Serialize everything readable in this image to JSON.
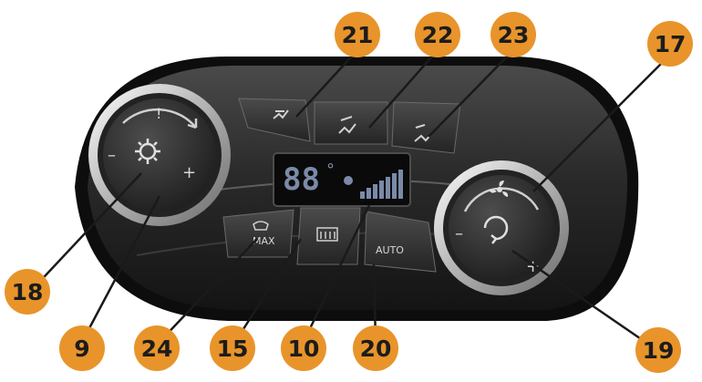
{
  "callout_color": "#e8942b",
  "callouts": {
    "c21": "21",
    "c22": "22",
    "c23": "23",
    "c17": "17",
    "c18": "18",
    "c9": "9",
    "c24": "24",
    "c15": "15",
    "c10": "10",
    "c20": "20",
    "c19": "19"
  },
  "buttons": {
    "max_label": "MAX",
    "auto_label": "AUTO"
  },
  "display": {
    "temperature": "88",
    "degree": "°"
  },
  "knob_left": {
    "minus": "–",
    "plus": "+",
    "top_mark": "!"
  },
  "knob_right": {
    "minus": "–",
    "plus": "+"
  },
  "icons": {
    "left_knob": "fan-speed-icon",
    "right_knob": "fan-speed-icon",
    "air_face_feet": "air-distribution-face-feet-icon",
    "air_face": "air-distribution-face-icon",
    "air_feet": "air-distribution-feet-icon",
    "defrost_max": "windscreen-defrost-icon",
    "rear_defrost": "rear-window-heater-icon",
    "recirculation": "air-recirculation-icon",
    "fan_small": "fan-icon"
  }
}
